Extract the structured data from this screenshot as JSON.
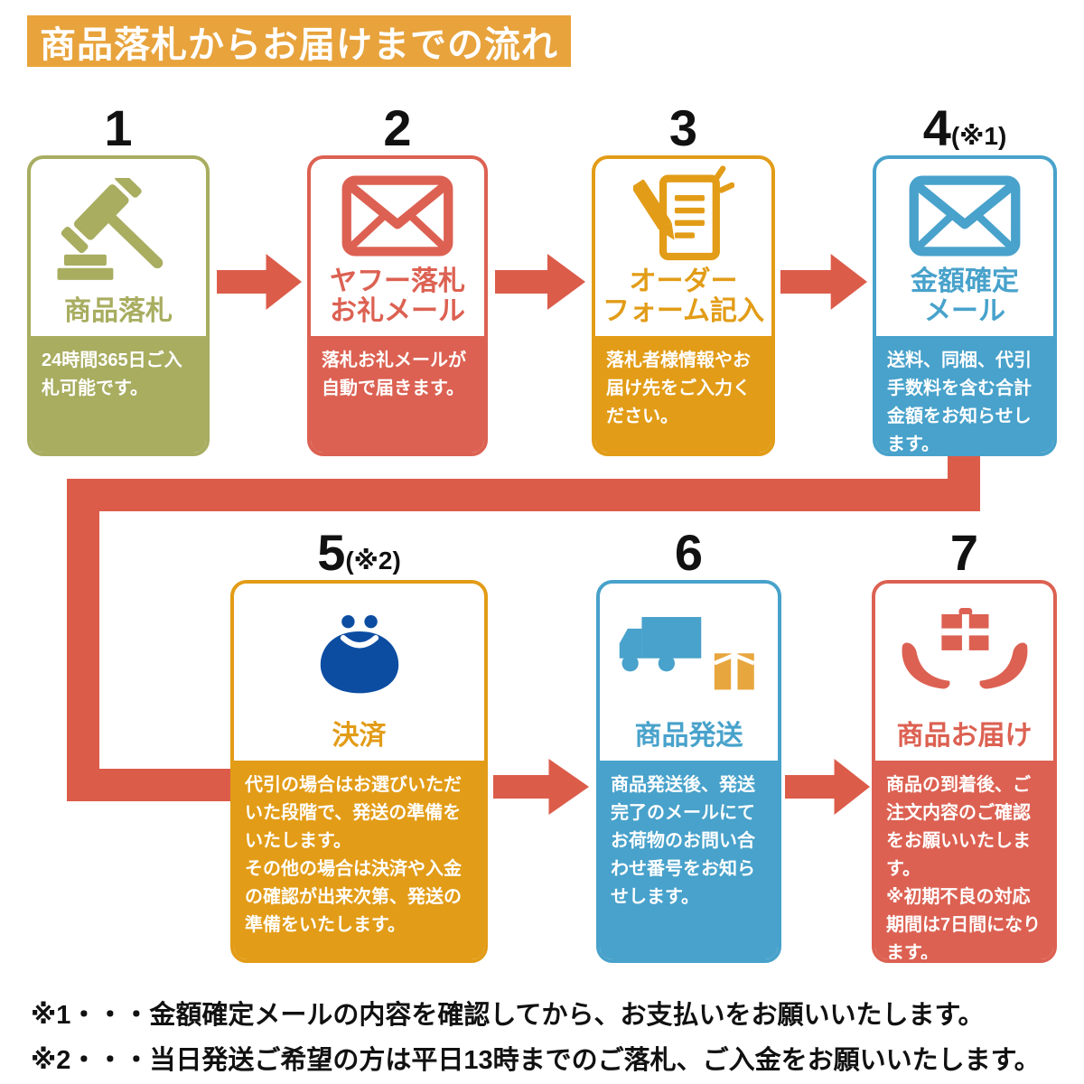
{
  "header": {
    "title": "商品落札からお届けまでの流れ"
  },
  "steps": [
    {
      "number": "1",
      "note": "",
      "title": "商品落札",
      "body": "24時間365日ご入札可能です。",
      "icon": "gavel-icon",
      "color": "#A8AD60"
    },
    {
      "number": "2",
      "note": "",
      "title": "ヤフー落札\nお礼メール",
      "body": "落札お礼メールが自動で届きます。",
      "icon": "mail-icon",
      "color": "#DC6152"
    },
    {
      "number": "3",
      "note": "",
      "title": "オーダー\nフォーム記入",
      "body": "落札者様情報やお届け先をご入力ください。",
      "icon": "order-form-icon",
      "color": "#E29C17"
    },
    {
      "number": "4",
      "note": "(※1)",
      "title": "金額確定\nメール",
      "body": "送料、同梱、代引手数料を含む合計金額をお知らせします。",
      "icon": "mail-icon",
      "color": "#48A2CB"
    },
    {
      "number": "5",
      "note": "(※2)",
      "title": "決済",
      "body": "代引の場合はお選びいただいた段階で、発送の準備をいたします。\nその他の場合は決済や入金の確認が出来次第、発送の準備をいたします。",
      "icon": "purse-icon",
      "color": "#E29C17"
    },
    {
      "number": "6",
      "note": "",
      "title": "商品発送",
      "body": "商品発送後、発送完了のメールにてお荷物のお問い合わせ番号をお知らせします。",
      "icon": "truck-icon",
      "color": "#48A2CB"
    },
    {
      "number": "7",
      "note": "",
      "title": "商品お届け",
      "body": "商品の到着後、ご注文内容のご確認をお願いいたします。\n※初期不良の対応期間は7日間になります。",
      "icon": "delivery-hands-icon",
      "color": "#DC6152"
    }
  ],
  "footnotes": [
    "※1・・・金額確定メールの内容を確認してから、お支払いをお願いいたします。",
    "※2・・・当日発送ご希望の方は平日13時までのご落札、ご入金をお願いいたします。"
  ],
  "colors": {
    "banner": "#E8A33C",
    "olive": "#A8AD60",
    "red": "#DC6152",
    "orange": "#E29C17",
    "blue": "#48A2CB",
    "purse_navy": "#0C4DA2",
    "box_orange": "#E8A63E",
    "arrow": "#DC5C4A"
  }
}
